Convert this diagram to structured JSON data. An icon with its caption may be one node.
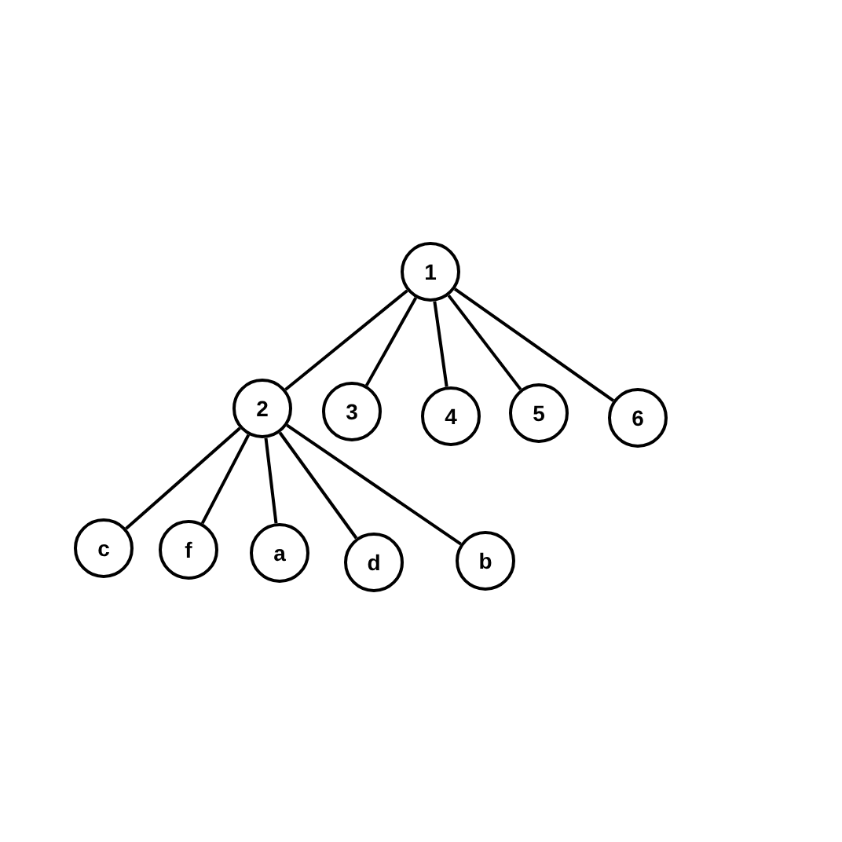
{
  "diagram": {
    "nodes": [
      {
        "text": [
          "1"
        ]
      },
      {
        "text": [
          "2"
        ]
      },
      {
        "text": [
          "3"
        ]
      },
      {
        "text": [
          "4"
        ]
      },
      {
        "text": [
          "5"
        ]
      },
      {
        "text": [
          "6"
        ]
      },
      {
        "text": [
          "c"
        ]
      },
      {
        "text": [
          "f"
        ]
      },
      {
        "text": [
          "a"
        ]
      },
      {
        "text": [
          "d"
        ]
      },
      {
        "text": [
          "b"
        ]
      }
    ],
    "edges": [
      {
        "from": 0,
        "to": 1,
        "arrow": "none"
      },
      {
        "from": 0,
        "to": 2,
        "arrow": "none"
      },
      {
        "from": 0,
        "to": 3,
        "arrow": "none"
      },
      {
        "from": 0,
        "to": 4,
        "arrow": "none"
      },
      {
        "from": 0,
        "to": 5,
        "arrow": "none"
      },
      {
        "from": 1,
        "to": 6,
        "arrow": "none"
      },
      {
        "from": 1,
        "to": 7,
        "arrow": "none"
      },
      {
        "from": 1,
        "to": 8,
        "arrow": "none"
      },
      {
        "from": 1,
        "to": 9,
        "arrow": "none"
      },
      {
        "from": 1,
        "to": 10,
        "arrow": "none"
      }
    ]
  }
}
